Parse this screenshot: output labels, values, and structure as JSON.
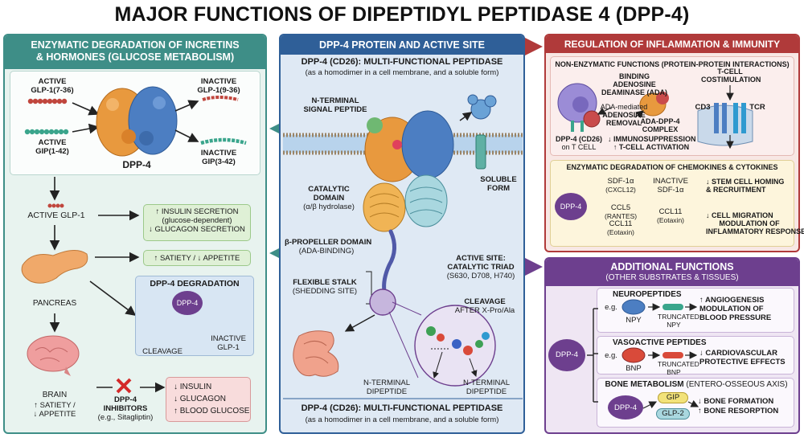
{
  "title": "MAJOR FUNCTIONS OF DIPEPTIDYL PEPTIDASE 4 (DPP-4)",
  "colors": {
    "teal": "#3e8e87",
    "teal_bg": "#e8f3ef",
    "blue": "#2f5f98",
    "blue_bg": "#dfe9f4",
    "red": "#b03a3a",
    "red_bg": "#f8e7e4",
    "purple": "#6d3f8e",
    "purple_bg": "#efe6f3",
    "green_box": "#dff0d6",
    "pink_box": "#f8dcdc"
  },
  "left": {
    "header_1": "ENZYMATIC DEGRADATION OF INCRETINS",
    "header_2": "& HORMONES (GLUCOSE METABOLISM)",
    "active_glp1": [
      "ACTIVE",
      "GLP-1(7-36)"
    ],
    "active_gip": [
      "ACTIVE",
      "GIP(1-42)"
    ],
    "inactive_glp1": [
      "INACTIVE",
      "GLP-1(9-36)"
    ],
    "inactive_gip": [
      "INACTIVE",
      "GIP(3-42)"
    ],
    "dpp4_label": "DPP-4",
    "active_glp1_single": "ACTIVE GLP-1",
    "insulin_box": [
      "↑ INSULIN SECRETION",
      "(glucose-dependent)",
      "↓ GLUCAGON SECRETION"
    ],
    "satiety_box": "↑ SATIETY / ↓ APPETITE",
    "pancreas": "PANCREAS",
    "brain": "BRAIN",
    "brain_effect": [
      "↑ SATIETY /",
      "↓ APPETITE"
    ],
    "degradation_title": "DPP-4 DEGRADATION",
    "degradation_dpp4": "DPP-4",
    "cleavage": "CLEAVAGE",
    "inactive_glp1_short": [
      "INACTIVE",
      "GLP-1"
    ],
    "inhibitors": [
      "DPP-4",
      "INHIBITORS",
      "(e.g., Sitagliptin)"
    ],
    "result_box": [
      "↓ INSULIN",
      "↓ GLUCAGON",
      "↑ BLOOD GLUCOSE"
    ]
  },
  "center": {
    "header": "DPP-4 PROTEIN AND ACTIVE SITE",
    "subtitle": "DPP-4 (CD26): MULTI-FUNCTIONAL PEPTIDASE",
    "subtitle_note": "(as a homodimer in a cell membrane, and a soluble form)",
    "n_terminal_signal": [
      "N-TERMINAL",
      "SIGNAL PEPTIDE"
    ],
    "catalytic": [
      "CATALYTIC",
      "DOMAIN",
      "(α/β hydrolase)"
    ],
    "propeller": [
      "β-PROPELLER DOMAIN",
      "(ADA-BINDING)"
    ],
    "stalk": [
      "FLEXIBLE STALK",
      "(SHEDDING SITE)"
    ],
    "soluble": [
      "SOLUBLE",
      "FORM"
    ],
    "active_site": [
      "ACTIVE SITE:",
      "CATALYTIC TRIAD",
      "(S630, D708, H740)"
    ],
    "cleavage_after": [
      "CLEAVAGE",
      "AFTER X-Pro/Ala"
    ],
    "n_dipeptide_left": [
      "N-TERMINAL",
      "DIPEPTIDE"
    ],
    "n_dipeptide_right": [
      "N-TERMINAL",
      "DIPEPTIDE"
    ],
    "footer_title": "DPP-4 (CD26): MULTI-FUNCTIONAL PEPTIDASE",
    "footer_note": "(as a homodimer in a cell membrane, and a soluble form)"
  },
  "right_top": {
    "header": "REGULATION OF INFLAMMATION & IMMUNITY",
    "sub_header": "NON-ENZYMATIC FUNCTIONS (PROTEIN-PROTEIN INTERACTIONS)",
    "binding_ada": [
      "BINDING",
      "ADENOSINE",
      "DEAMINASE (ADA)"
    ],
    "ada_removal": [
      "ADA-mediated",
      "ADENOSINE",
      "REMOVAL"
    ],
    "ada_complex": [
      "ADA-DPP-4",
      "COMPLEX"
    ],
    "dpp4_t_cell": [
      "DPP-4 (CD26)",
      "on T CELL"
    ],
    "immuno": [
      "↓ IMMUNOSUPPRESSION",
      "↑ T-CELL ACTIVATION"
    ],
    "costim": [
      "T-CELL",
      "COSTIMULATION"
    ],
    "cd3": "CD3",
    "tcr": "TCR",
    "chemo_header": "ENZYMATIC DEGRADATION OF CHEMOKINES & CYTOKINES",
    "chemo_dpp4": "DPP-4",
    "sdf": [
      "SDF-1α",
      "(CXCL12)"
    ],
    "inactive_sdf": [
      "INACTIVE",
      "SDF-1α"
    ],
    "stem_cell": [
      "↓ STEM CELL HOMING",
      "& RECRUITMENT"
    ],
    "ccl5": [
      "CCL5",
      "(RANTES)",
      "CCL11",
      "(Eotaxin)"
    ],
    "ccl11": [
      "CCL11",
      "(Eotaxin)"
    ],
    "migration": [
      "↓ CELL MIGRATION",
      "MODULATION OF",
      "INFLAMMATORY RESPONSE"
    ]
  },
  "right_bottom": {
    "header": "ADDITIONAL FUNCTIONS",
    "sub": "(OTHER SUBSTRATES & TISSUES)",
    "dpp4": "DPP-4",
    "neuro_title": "NEUROPEPTIDES",
    "eg": "e.g.",
    "npy": "NPY",
    "truncated_npy": [
      "TRUNCATED",
      "NPY"
    ],
    "neuro_effect": [
      "↑ ANGIOGENESIS",
      "MODULATION OF",
      "BLOOD PRESSURE"
    ],
    "vaso_title": "VASOACTIVE PEPTIDES",
    "bnp": "BNP",
    "truncated_bnp": [
      "TRUNCATED",
      "BNP"
    ],
    "vaso_effect": [
      "↓ CARDIOVASCULAR",
      "PROTECTIVE EFFECTS"
    ],
    "bone_title": "BONE METABOLISM",
    "bone_axis": "(ENTERO-OSSEOUS AXIS)",
    "bone_dpp4": "DPP-4",
    "gip": "GIP",
    "glp2": "GLP-2",
    "bone_effect": [
      "↓ BONE FORMATION",
      "↑ BONE RESORPTION"
    ]
  }
}
